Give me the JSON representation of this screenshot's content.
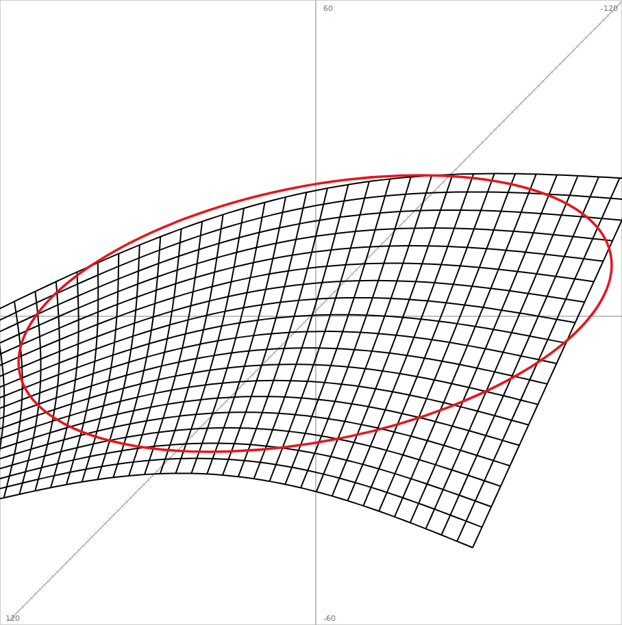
{
  "diagram": {
    "labels": [
      "60",
      "-120",
      "120",
      "-60"
    ]
  }
}
